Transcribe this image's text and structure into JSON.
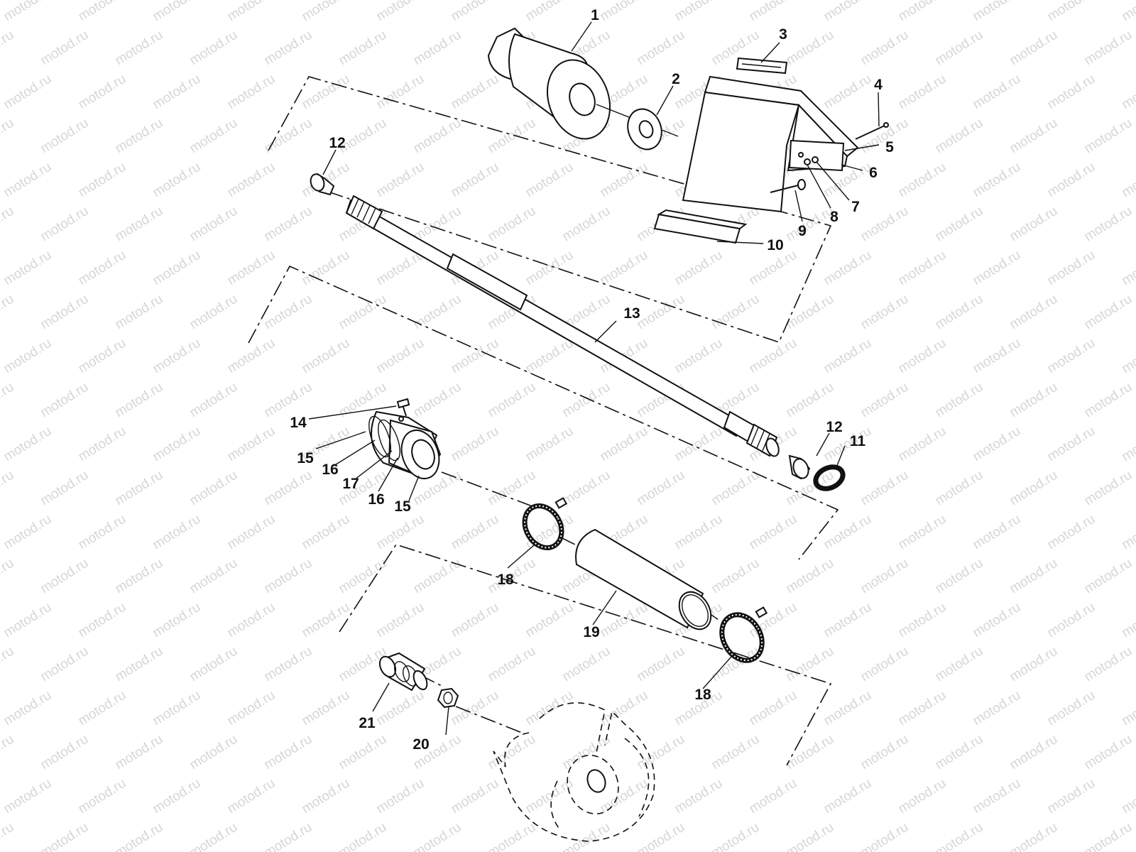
{
  "watermark": {
    "text": "motod.ru",
    "color": "#d6d6d6"
  },
  "callouts": [
    {
      "id": "1",
      "part": "roller"
    },
    {
      "id": "2",
      "part": "washer"
    },
    {
      "id": "3",
      "part": "decal"
    },
    {
      "id": "4",
      "part": "screw"
    },
    {
      "id": "5",
      "part": "chute-cover"
    },
    {
      "id": "6",
      "part": "bracket-plate"
    },
    {
      "id": "7",
      "part": "washer-small"
    },
    {
      "id": "8",
      "part": "nut"
    },
    {
      "id": "9",
      "part": "bolt"
    },
    {
      "id": "10",
      "part": "rubber-strip"
    },
    {
      "id": "11",
      "part": "o-ring"
    },
    {
      "id": "12",
      "part": "bushing-left"
    },
    {
      "id": "12",
      "part": "bushing-right"
    },
    {
      "id": "13",
      "part": "drive-shaft"
    },
    {
      "id": "14",
      "part": "set-screw"
    },
    {
      "id": "15",
      "part": "seal-upper"
    },
    {
      "id": "16",
      "part": "bearing-upper"
    },
    {
      "id": "17",
      "part": "bearing-housing"
    },
    {
      "id": "16",
      "part": "bearing-lower"
    },
    {
      "id": "15",
      "part": "seal-lower"
    },
    {
      "id": "18",
      "part": "hose-clamp-upper"
    },
    {
      "id": "19",
      "part": "coupling-hose"
    },
    {
      "id": "18",
      "part": "hose-clamp-lower"
    },
    {
      "id": "20",
      "part": "hex-nut"
    },
    {
      "id": "21",
      "part": "fitting"
    }
  ]
}
